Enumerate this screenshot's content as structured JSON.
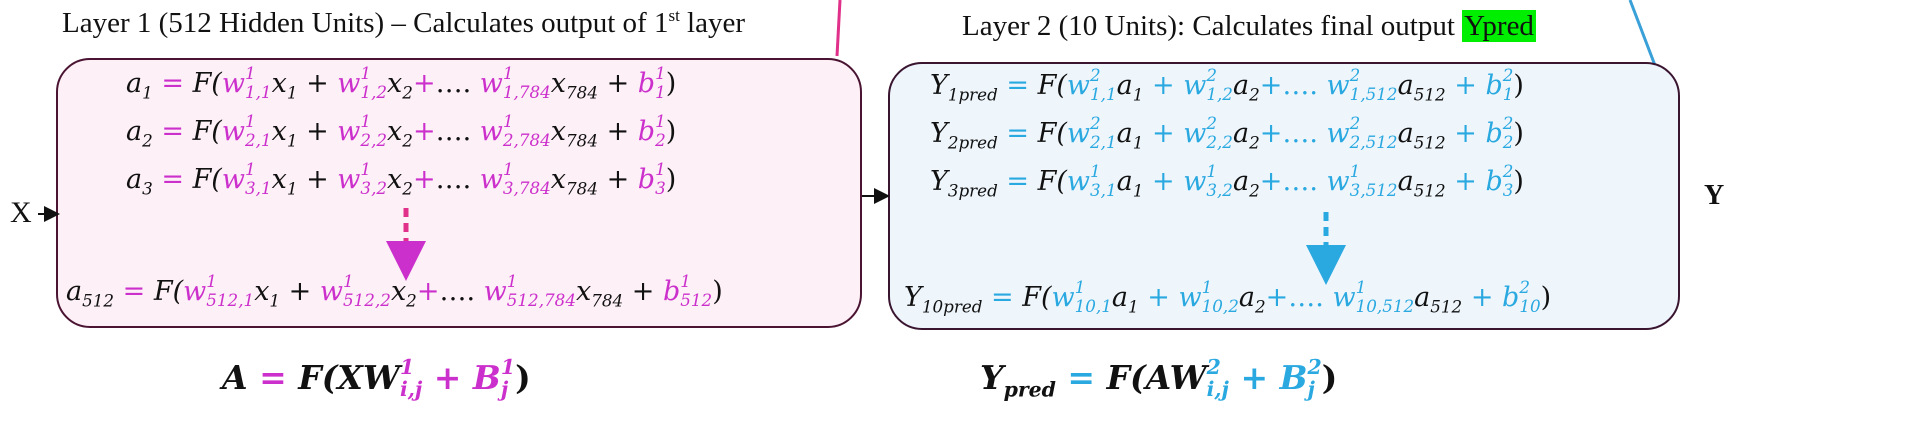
{
  "layer1": {
    "title_main": "Layer 1 (512 Hidden Units) – Calculates output of 1",
    "title_sup": "st",
    "title_tail": " layer",
    "equations": [
      {
        "lhs": "a",
        "lhs_sub": "1",
        "i": "1"
      },
      {
        "lhs": "a",
        "lhs_sub": "2",
        "i": "2"
      },
      {
        "lhs": "a",
        "lhs_sub": "3",
        "i": "3"
      },
      {
        "lhs": "a",
        "lhs_sub": "512",
        "i": "512"
      }
    ],
    "input_count": "784",
    "matrix_eq": {
      "lhs": "A",
      "op": "F(XW",
      "sup": "1",
      "sub": "i,j",
      "plus": "+",
      "bias": "B",
      "bias_sup": "1",
      "bias_sub": "j"
    }
  },
  "layer2": {
    "title_main": "Layer 2 (10 Units): Calculates final output ",
    "title_highlight": "Ypred",
    "equations": [
      {
        "lhs": "Y",
        "lhs_sub": "1pred",
        "i": "1",
        "wsup": "2",
        "bsup": "2"
      },
      {
        "lhs": "Y",
        "lhs_sub": "2pred",
        "i": "2",
        "wsup": "2",
        "bsup": "2"
      },
      {
        "lhs": "Y",
        "lhs_sub": "3pred",
        "i": "3",
        "wsup": "1",
        "bsup": "2"
      },
      {
        "lhs": "Y",
        "lhs_sub": "10pred",
        "i": "10",
        "wsup": "1",
        "bsup": "2"
      }
    ],
    "input_count": "512",
    "matrix_eq": {
      "lhs": "Y",
      "lhs_sub": "pred",
      "op": "F(AW",
      "sup": "2",
      "sub": "i,j",
      "plus": "+",
      "bias": "B",
      "bias_sup": "2",
      "bias_sub": "j"
    }
  },
  "labels": {
    "input": "X",
    "output": "Y"
  },
  "colors": {
    "magenta": "#cc30cc",
    "cyan": "#2aa8e0",
    "highlight": "#00ee00",
    "box1_fill": "#fdf0f6",
    "box2_fill": "#eef6fc"
  }
}
